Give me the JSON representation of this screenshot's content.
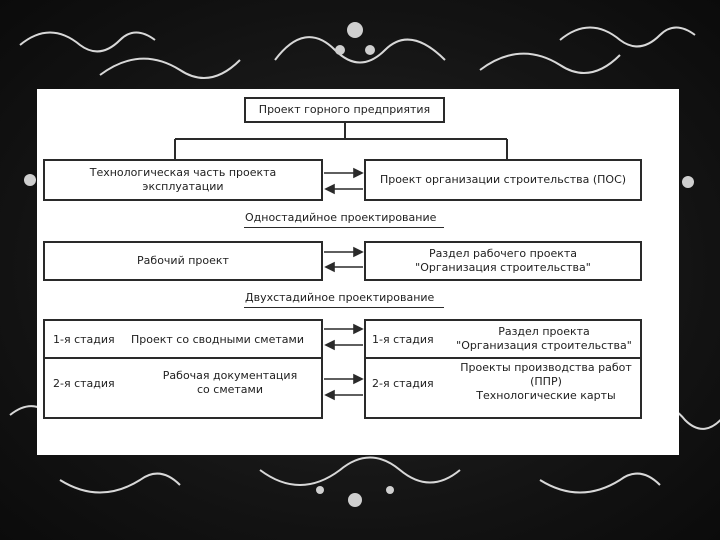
{
  "top_project": "Проект горного предприятия",
  "tech_part": [
    "Технологическая часть проекта",
    "эксплуатации"
  ],
  "pos_project": "Проект организации строительства (ПОС)",
  "single_stage_heading": "Одностадийное проектирование",
  "working_project": "Рабочий проект",
  "work_section": [
    "Раздел рабочего проекта",
    "\"Организация строительства\""
  ],
  "two_stage_heading": "Двухстадийное проектирование",
  "stage1_label": "1-я стадия",
  "stage1_project": "Проект со сводными сметами",
  "stage1_right_label": "1-я стадия",
  "stage1_section": [
    "Раздел проекта",
    "\"Организация строительства\""
  ],
  "stage2_label": "2-я стадия",
  "stage2_docs": [
    "Рабочая документация",
    "со сметами"
  ],
  "stage2_right_label": "2-я стадия",
  "stage2_docs_right": [
    "Проекты производства работ",
    "(ППР)",
    "Технологические карты"
  ]
}
